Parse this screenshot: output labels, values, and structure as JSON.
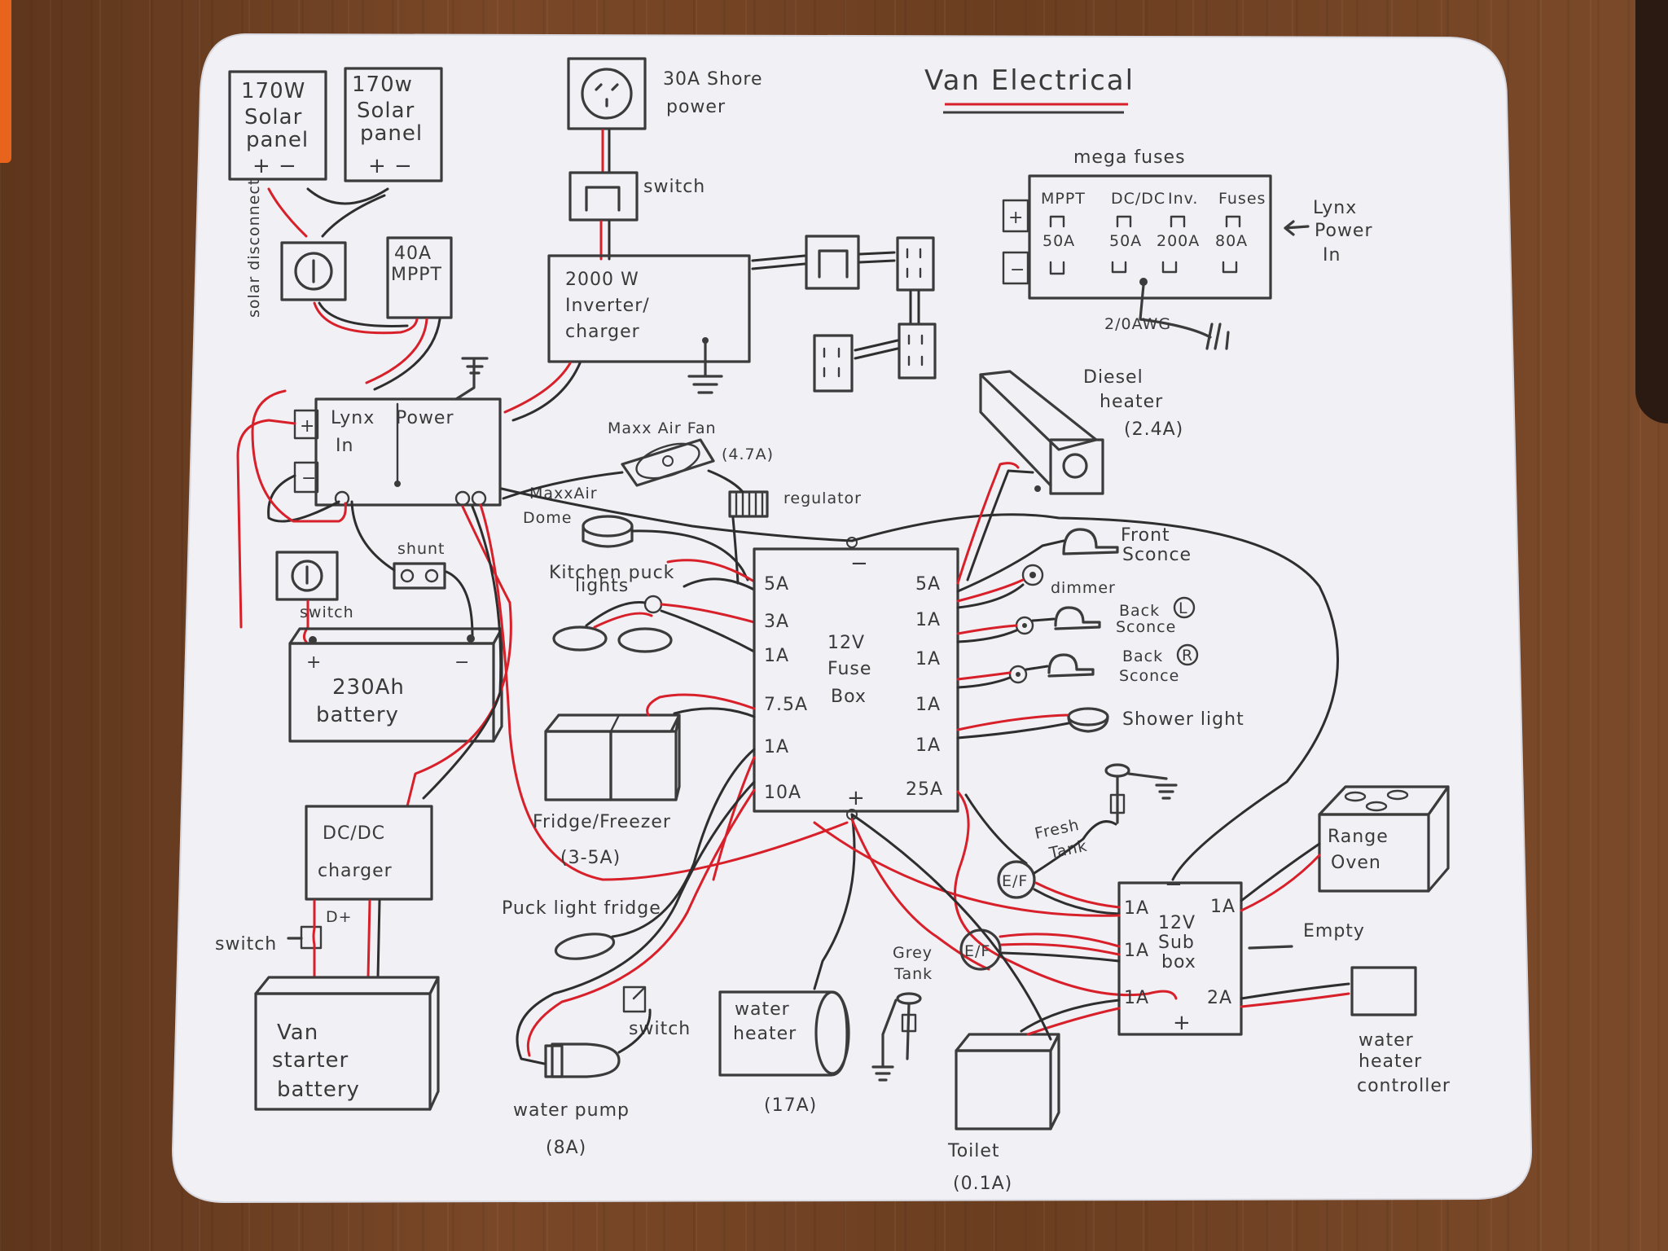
{
  "title": "Van Electrical",
  "solar": {
    "panel1": [
      "170W",
      "Solar",
      "panel"
    ],
    "panel2": [
      "170w",
      "Solar",
      "panel"
    ],
    "polarity": "+ −",
    "disconnect": "solar disconnect",
    "mppt": [
      "40A",
      "MPPT"
    ]
  },
  "shore": {
    "label1": "30A Shore",
    "label2": "power",
    "switch": "switch"
  },
  "inverter": [
    "2000 W",
    "Inverter/",
    "charger"
  ],
  "mega_fuses": {
    "title": "mega fuses",
    "headers": [
      "MPPT",
      "DC/DC",
      "Inv.",
      "Fuses"
    ],
    "ratings": [
      "50A",
      "50A",
      "200A",
      "80A"
    ],
    "lynx_label": [
      "Lynx",
      "Power",
      "In"
    ],
    "cable": "2/0AWG"
  },
  "lynx": {
    "label1": "Lynx",
    "label2": "Power",
    "label3": "In",
    "plus": "+",
    "minus": "−"
  },
  "shunt": "shunt",
  "battery_switch": "switch",
  "battery": {
    "label1": "230Ah",
    "label2": "battery",
    "plus": "+",
    "minus": "−"
  },
  "dcdc": {
    "label1": "DC/DC",
    "label2": "charger",
    "dplus": "D+",
    "switch": "switch"
  },
  "starter": [
    "Van",
    "starter",
    "battery"
  ],
  "fan": {
    "label1": "Maxx Air Fan",
    "label2": "(4.7A)",
    "regulator": "regulator",
    "dome1": "MaxxAir",
    "dome2": "Dome"
  },
  "kitchen": [
    "Kitchen puck",
    "lights"
  ],
  "fridge": {
    "label": "Fridge/Freezer",
    "amps": "(3-5A)"
  },
  "puck_fridge": "Puck light fridge",
  "pump": {
    "label": "water pump",
    "amps": "(8A)",
    "switch": "switch"
  },
  "water_heater": {
    "label1": "water",
    "label2": "heater",
    "amps": "(17A)"
  },
  "fuse_box": {
    "label": [
      "12V",
      "Fuse",
      "Box"
    ],
    "minus": "−",
    "plus": "+",
    "left": [
      "5A",
      "3A",
      "1A",
      "7.5A",
      "1A",
      "10A"
    ],
    "right": [
      "5A",
      "1A",
      "1A",
      "1A",
      "1A",
      "25A"
    ]
  },
  "diesel": {
    "label1": "Diesel",
    "label2": "heater",
    "amps": "(2.4A)"
  },
  "lights": {
    "front": [
      "Front",
      "Sconce"
    ],
    "dimmer": "dimmer",
    "back_l": [
      "Back",
      "Sconce"
    ],
    "back_r": [
      "Back",
      "Sconce"
    ],
    "shower": "Shower light"
  },
  "sub_box": {
    "label": [
      "12V",
      "Sub",
      "box"
    ],
    "minus": "−",
    "plus": "+",
    "left": [
      "1A",
      "1A",
      "1A"
    ],
    "right": [
      "1A",
      "",
      "2A"
    ]
  },
  "tanks": {
    "fresh": [
      "Fresh",
      "Tank"
    ],
    "grey": [
      "Grey",
      "Tank"
    ],
    "ef": "E/F"
  },
  "range": [
    "Range",
    "Oven"
  ],
  "empty": "Empty",
  "wh_controller": [
    "water",
    "heater",
    "controller"
  ],
  "toilet": {
    "label": "Toilet",
    "amps": "(0.1A)"
  },
  "colors": {
    "paper": "#f1f1f6",
    "ink": "#3b3b3b",
    "red_wire": "#d8202a",
    "wood": "#6b3f22"
  }
}
